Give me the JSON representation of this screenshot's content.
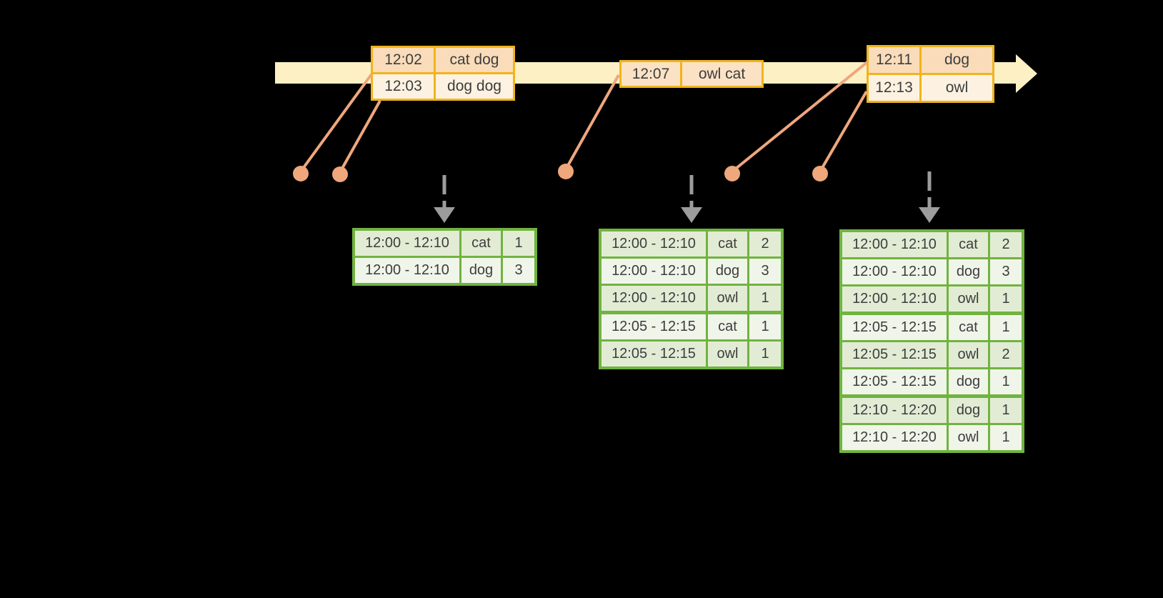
{
  "colors": {
    "background": "#000000",
    "timeline_band": "#fdf0c5",
    "event_table_border": "#f0b41c",
    "event_cell_dark": "#fadcba",
    "event_cell_light": "#fdf2e1",
    "event_dot": "#efa77c",
    "result_table_border": "#71b33f",
    "result_cell_dark": "#e2ecd5",
    "result_cell_light": "#f0f5ea",
    "trigger_arrow_gray": "#9c9c9c",
    "text": "#3d3d3d"
  },
  "icons": {
    "timeline_arrow": "right-arrow",
    "trigger_arrow": "dashed-down-arrow",
    "event_dot": "filled-circle"
  },
  "event_tables": [
    {
      "rows": [
        {
          "time": "12:02",
          "words": "cat dog"
        },
        {
          "time": "12:03",
          "words": "dog dog"
        }
      ]
    },
    {
      "rows": [
        {
          "time": "12:07",
          "words": "owl cat"
        }
      ]
    },
    {
      "rows": [
        {
          "time": "12:11",
          "words": "dog"
        },
        {
          "time": "12:13",
          "words": "owl"
        }
      ]
    }
  ],
  "result_tables": [
    {
      "rows": [
        {
          "window": "12:00 - 12:10",
          "word": "cat",
          "count": "1"
        },
        {
          "window": "12:00 - 12:10",
          "word": "dog",
          "count": "3"
        }
      ]
    },
    {
      "rows": [
        {
          "window": "12:00 - 12:10",
          "word": "cat",
          "count": "2"
        },
        {
          "window": "12:00 - 12:10",
          "word": "dog",
          "count": "3"
        },
        {
          "window": "12:00 - 12:10",
          "word": "owl",
          "count": "1"
        },
        {
          "window": "12:05 - 12:15",
          "word": "cat",
          "count": "1"
        },
        {
          "window": "12:05 - 12:15",
          "word": "owl",
          "count": "1"
        }
      ]
    },
    {
      "rows": [
        {
          "window": "12:00 - 12:10",
          "word": "cat",
          "count": "2"
        },
        {
          "window": "12:00 - 12:10",
          "word": "dog",
          "count": "3"
        },
        {
          "window": "12:00 - 12:10",
          "word": "owl",
          "count": "1"
        },
        {
          "window": "12:05 - 12:15",
          "word": "cat",
          "count": "1"
        },
        {
          "window": "12:05 - 12:15",
          "word": "owl",
          "count": "2"
        },
        {
          "window": "12:05 - 12:15",
          "word": "dog",
          "count": "1"
        },
        {
          "window": "12:10 - 12:20",
          "word": "dog",
          "count": "1"
        },
        {
          "window": "12:10 - 12:20",
          "word": "owl",
          "count": "1"
        }
      ]
    }
  ]
}
